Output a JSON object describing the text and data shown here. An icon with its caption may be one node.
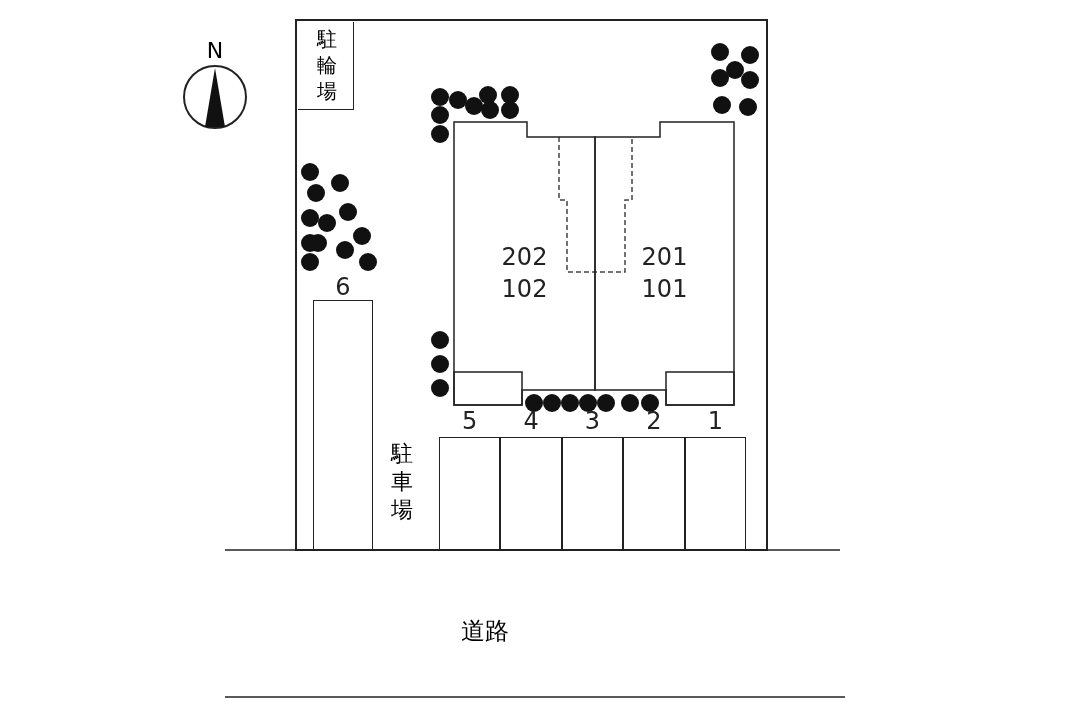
{
  "diagram": {
    "nodes": [
      {
        "text": [
          "駐輪場"
        ]
      },
      {
        "text": [
          "202",
          "102"
        ]
      },
      {
        "text": [
          "201",
          "101"
        ]
      },
      {
        "text": [
          "6"
        ]
      },
      {
        "text": [
          "5"
        ]
      },
      {
        "text": [
          "4"
        ]
      },
      {
        "text": [
          "3"
        ]
      },
      {
        "text": [
          "2"
        ]
      },
      {
        "text": [
          "1"
        ]
      }
    ],
    "labels": [
      "N",
      "駐車場",
      "道路"
    ]
  }
}
